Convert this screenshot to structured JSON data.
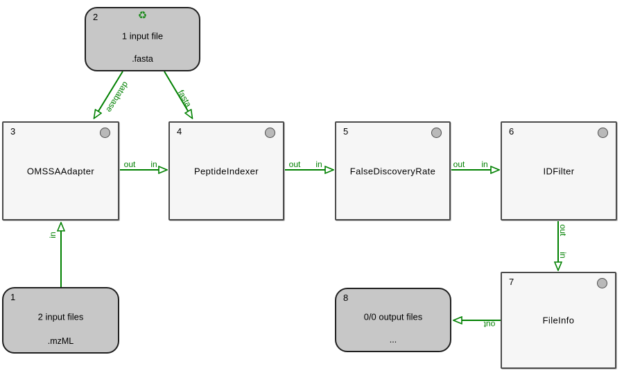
{
  "colors": {
    "edge_green": "#008000",
    "tool_fill": "#f6f6f6",
    "io_fill": "#c7c7c7",
    "led_gray": "#b9b9b9",
    "background": "#ffffff"
  },
  "nodes": {
    "n1": {
      "number": "1",
      "title": "2 input files",
      "subtitle": ".mzML"
    },
    "n2": {
      "number": "2",
      "title": "1 input file",
      "subtitle": ".fasta",
      "recycle_icon": "♻"
    },
    "n3": {
      "number": "3",
      "title": "OMSSAAdapter"
    },
    "n4": {
      "number": "4",
      "title": "PeptideIndexer"
    },
    "n5": {
      "number": "5",
      "title": "FalseDiscoveryRate"
    },
    "n6": {
      "number": "6",
      "title": "IDFilter"
    },
    "n7": {
      "number": "7",
      "title": "FileInfo"
    },
    "n8": {
      "number": "8",
      "title": "0/0 output files",
      "subtitle": "..."
    }
  },
  "edges": {
    "e2_3": {
      "target_label": "database"
    },
    "e2_4": {
      "target_label": "fasta"
    },
    "e3_4": {
      "source_label": "out",
      "target_label": "in"
    },
    "e4_5": {
      "source_label": "out",
      "target_label": "in"
    },
    "e5_6": {
      "source_label": "out",
      "target_label": "in"
    },
    "e6_7": {
      "source_label": "out",
      "target_label": "in"
    },
    "e1_3": {
      "target_label": "in"
    },
    "e7_8": {
      "source_label": "out"
    }
  }
}
